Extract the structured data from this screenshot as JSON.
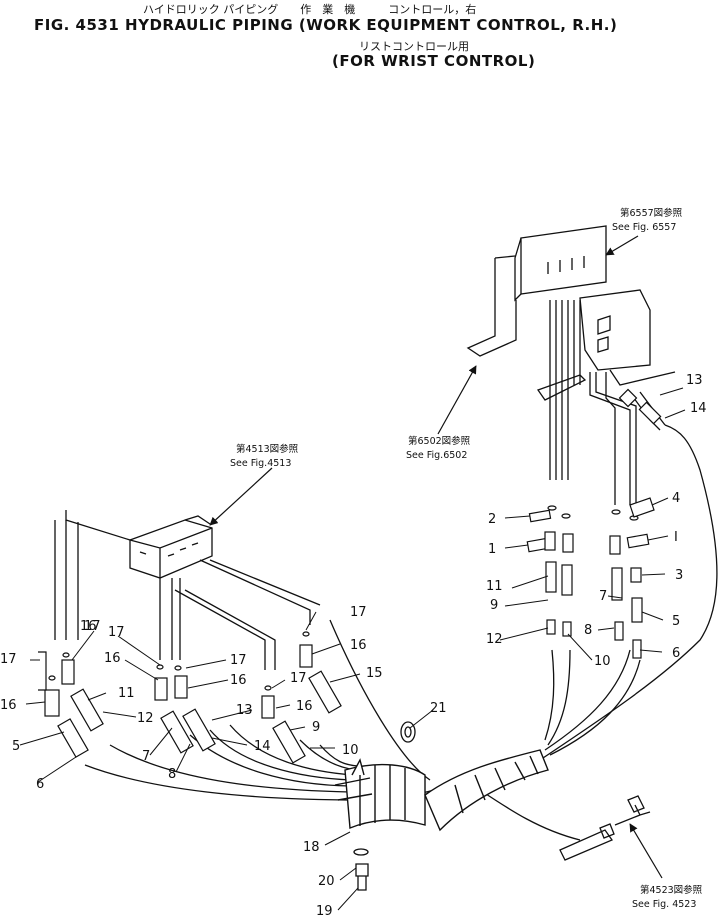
{
  "header": {
    "jp_line1": "ハイドロリック パイピング　　作　業　機　　　コントロール，右",
    "title": "FIG. 4531  HYDRAULIC PIPING (WORK EQUIPMENT CONTROL, R.H.)",
    "jp_line2": "リストコントロール用",
    "subtitle": "(FOR WRIST CONTROL)"
  },
  "references": [
    {
      "jp": "第6557図参照",
      "en": "See Fig. 6557"
    },
    {
      "jp": "第6502図参照",
      "en": "See Fig.6502"
    },
    {
      "jp": "第4513図参照",
      "en": "See Fig.4513"
    },
    {
      "jp": "第4523図参照",
      "en": "See Fig. 4523"
    }
  ],
  "callouts": [
    "13",
    "14",
    "4",
    "2",
    "1",
    "I",
    "3",
    "5",
    "6",
    "11",
    "9",
    "7",
    "12",
    "8",
    "10",
    "17",
    "16",
    "17",
    "16",
    "17",
    "16",
    "17",
    "16",
    "17",
    "15",
    "17",
    "16",
    "11",
    "12",
    "16",
    "7",
    "13",
    "14",
    "9",
    "10",
    "5",
    "6",
    "8",
    "21",
    "18",
    "20",
    "19"
  ],
  "colors": {
    "ink": "#111111",
    "paper": "#ffffff"
  }
}
